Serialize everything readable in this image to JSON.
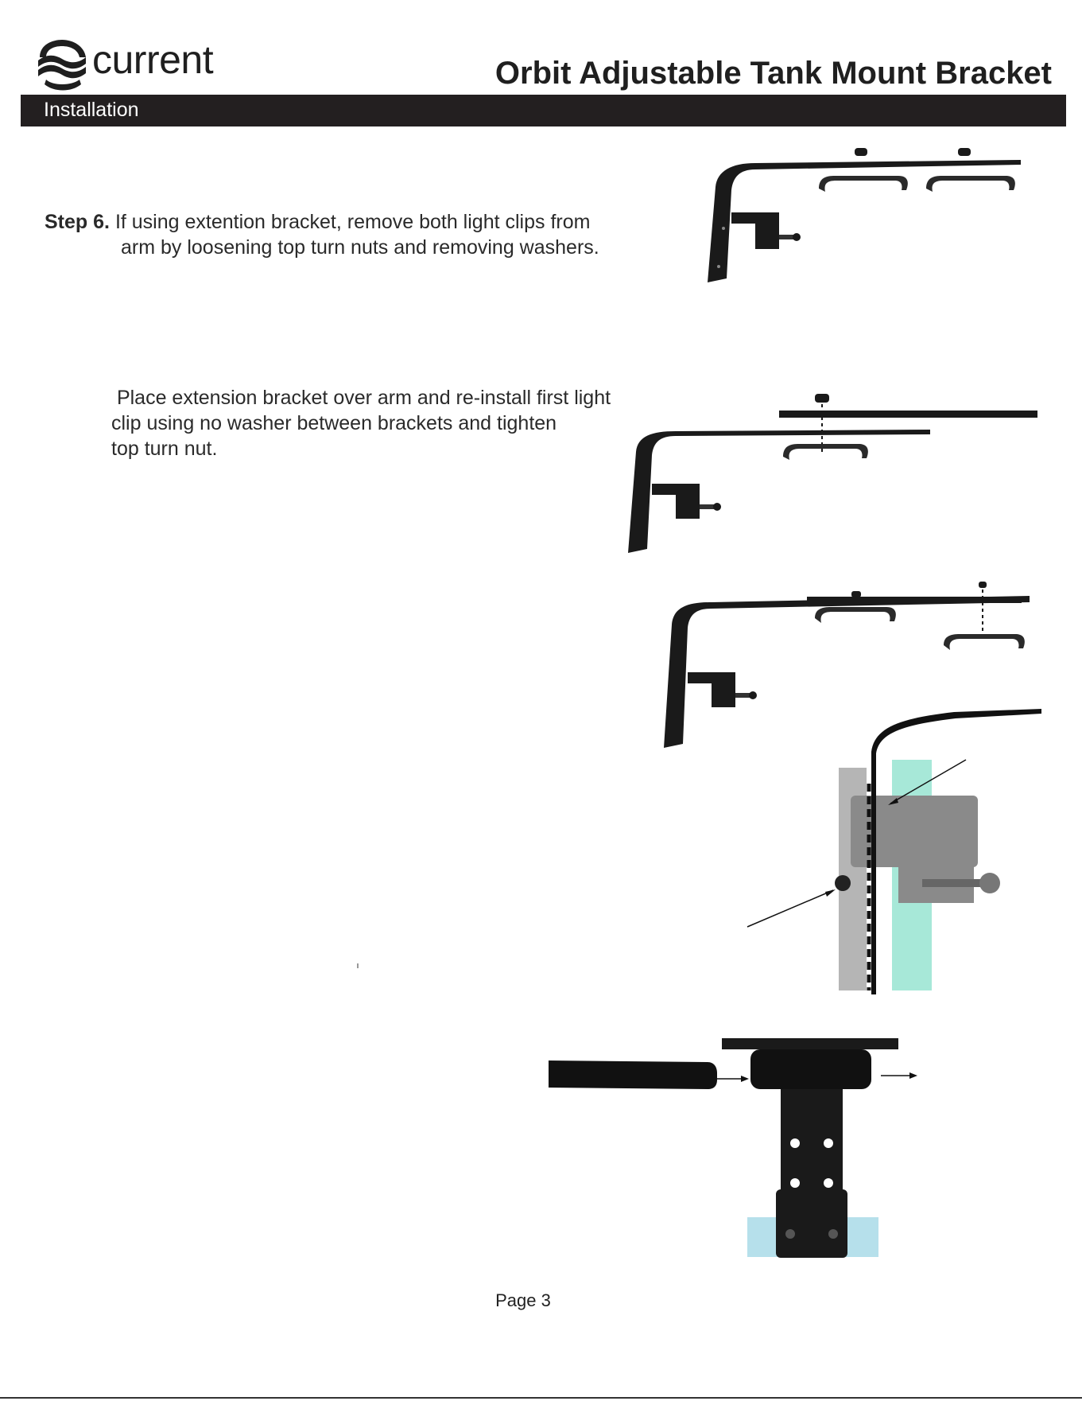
{
  "header": {
    "brand": "current",
    "title": "Orbit Adjustable Tank Mount Bracket",
    "section": "Installation"
  },
  "steps": {
    "step6": {
      "label": "Step 6.",
      "line1": "If using extention bracket, remove both light clips from",
      "line2": "arm by loosening top turn nuts and removing washers."
    },
    "place": {
      "line1": " Place extension bracket over arm and re-install first light",
      "line2": "clip using no washer between brackets and tighten",
      "line3": "top turn nut."
    }
  },
  "footer": {
    "page": "Page 3"
  },
  "colors": {
    "header_bar": "#231f20",
    "bracket": "#1a1a1a",
    "clamp_gray": "#8a8a8a",
    "glass": "#5fd6b8",
    "glass_blue": "#a9dbe8"
  },
  "icons": {
    "logo": "wave-logo-icon"
  }
}
